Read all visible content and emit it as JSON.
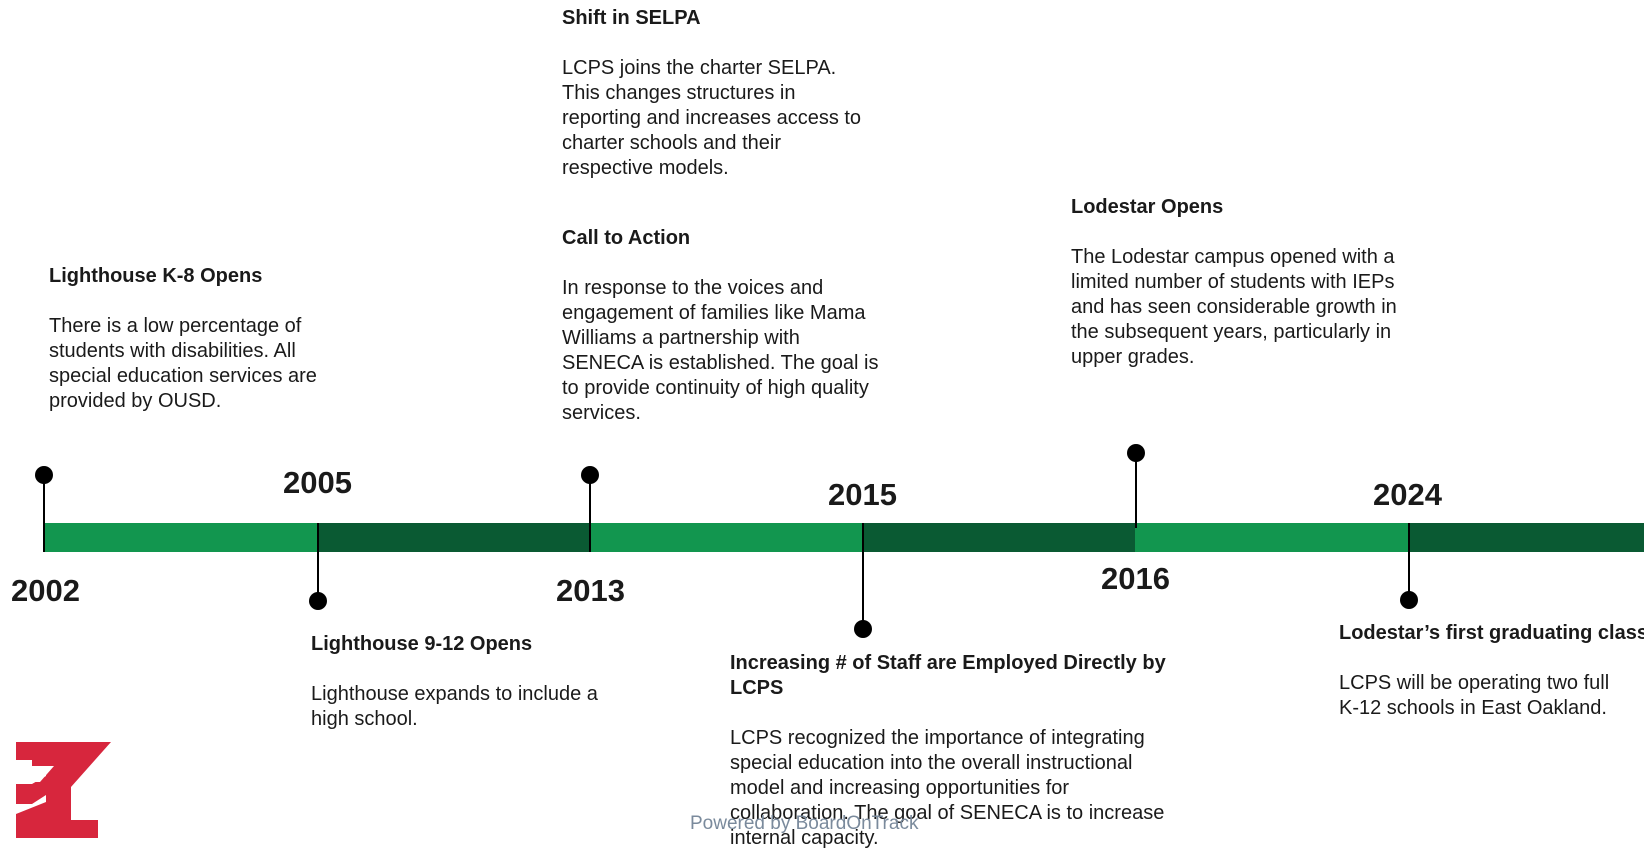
{
  "colors": {
    "segment_light": "#12964f",
    "segment_dark": "#0a5a33",
    "logo": "#d7263d",
    "footer_text": "#7a8a9c"
  },
  "years": [
    "2002",
    "2005",
    "2013",
    "2015",
    "2016",
    "2024"
  ],
  "events": [
    {
      "title": "Lighthouse K-8 Opens",
      "description": "There is a low percentage of students with disabilities.  All special education services are provided by OUSD."
    },
    {
      "title": "Lighthouse 9-12 Opens",
      "description": "Lighthouse expands to include a high school."
    },
    {
      "title": "Shift in SELPA",
      "description": "LCPS joins the charter SELPA.  This changes structures in reporting and increases access to charter schools and their respective models."
    },
    {
      "title": "Call to Action",
      "description": "In response to the voices and engagement of families like Mama Williams a partnership with SENECA is established.  The goal is to provide continuity of high quality services."
    },
    {
      "title": "Increasing # of Staff are Employed Directly by LCPS",
      "description": "LCPS recognized the importance of integrating special education  into the overall instructional model and increasing opportunities for collaboration.  The goal of SENECA is to increase internal capacity."
    },
    {
      "title": "Lodestar Opens",
      "description": "The Lodestar campus opened with a limited number of students with IEPs and has seen considerable growth in the subsequent years, particularly in upper grades."
    },
    {
      "title": "Lodestar’s first graduating class",
      "description": "LCPS will be operating two full K-12 schools in East Oakland."
    }
  ],
  "logo": {
    "text": "EL",
    "icon": "el-logo-icon"
  },
  "footer": {
    "powered_by": "Powered by BoardOnTrack"
  }
}
